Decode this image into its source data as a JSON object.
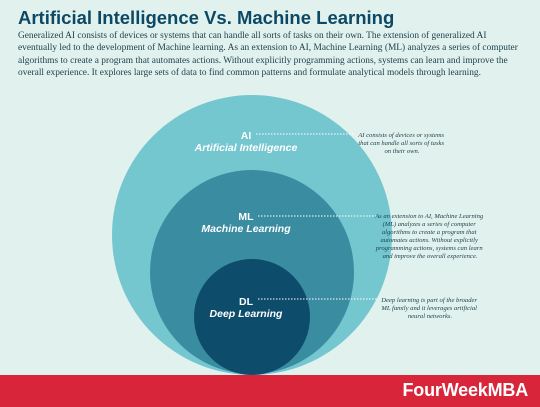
{
  "header": {
    "title": "Artificial Intelligence Vs. Machine Learning",
    "intro": "Generalized AI consists of devices or systems that can handle all sorts of tasks on their own. The extension of generalized AI eventually led to the development of Machine learning. As an extension to AI, Machine Learning (ML) analyzes a series of computer algorithms to create a program that automates actions. Without explicitly programming actions, systems can learn and improve the overall experience. It explores large sets of data to find common patterns and formulate analytical models through learning."
  },
  "diagram": {
    "ai": {
      "abbr": "AI",
      "name": "Artificial Intelligence",
      "note_lines": [
        "AI consists of devices or systems",
        "that can handle all sorts of tasks",
        "on their own."
      ]
    },
    "ml": {
      "abbr": "ML",
      "name": "Machine Learning",
      "note_lines": [
        "As an extension to AI, Machine Learning",
        "(ML) analyzes a series of computer",
        "algorithms to create a program that",
        "automates actions. Without explicitly",
        "programming actions, systems can learn",
        "and improve the overall experience."
      ]
    },
    "dl": {
      "abbr": "DL",
      "name": "Deep Learning",
      "note_lines": [
        "Deep learning is part of the broader",
        "ML family and it leverages artificial",
        "neural networks."
      ]
    }
  },
  "colors": {
    "background": "#e1f1ee",
    "ai_circle": "#74c7cf",
    "ml_circle": "#3a8ca1",
    "dl_circle": "#0d4c6b",
    "title": "#0d4964",
    "brand_band": "#d9253a"
  },
  "footer": {
    "brand": "FourWeekMBA"
  }
}
